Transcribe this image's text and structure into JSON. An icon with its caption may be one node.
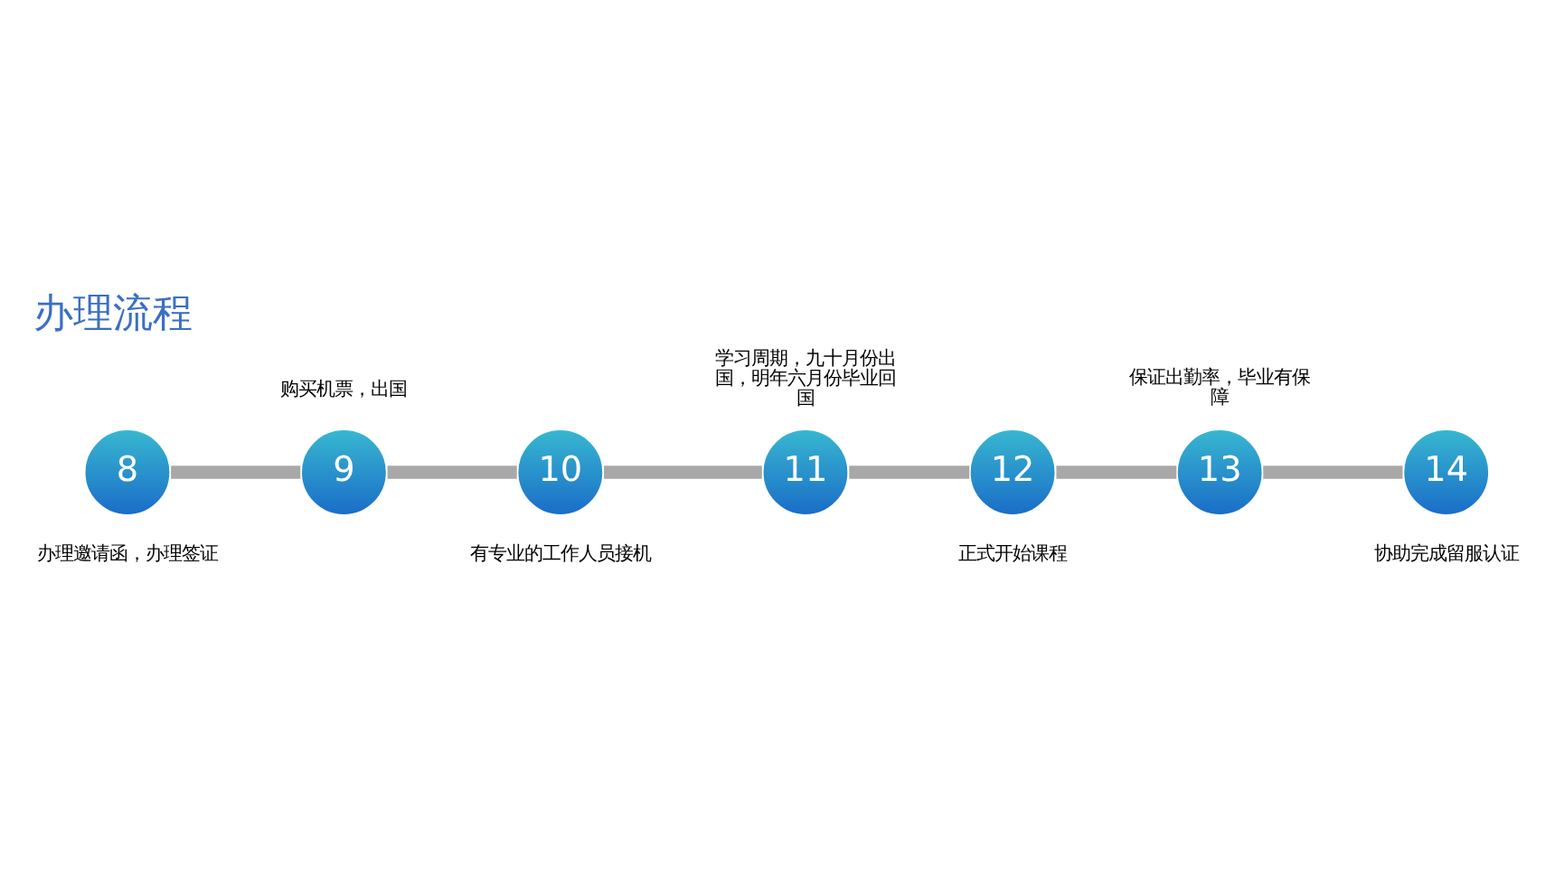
{
  "diagram": {
    "title": "办理流程",
    "nodes": [
      {
        "text": [
          "8"
        ],
        "beside": [
          "办理邀请函，办理签证"
        ]
      },
      {
        "text": [
          "9"
        ],
        "beside": [
          "购买机票，出国"
        ]
      },
      {
        "text": [
          "10"
        ],
        "beside": [
          "有专业的工作人员接机"
        ]
      },
      {
        "text": [
          "11"
        ],
        "beside": [
          "学习周期，九十月份出国，明年六月份毕业回国"
        ]
      },
      {
        "text": [
          "12"
        ],
        "beside": [
          "正式开始课程"
        ]
      },
      {
        "text": [
          "13"
        ],
        "beside": [
          "保证出勤率，毕业有保障"
        ]
      },
      {
        "text": [
          "14"
        ],
        "beside": [
          "协助完成留服认证"
        ]
      }
    ],
    "edges": [
      {
        "from": 0,
        "to": 1,
        "arrow": "none"
      },
      {
        "from": 1,
        "to": 2,
        "arrow": "none"
      },
      {
        "from": 2,
        "to": 3,
        "arrow": "none"
      },
      {
        "from": 3,
        "to": 4,
        "arrow": "none"
      },
      {
        "from": 4,
        "to": 5,
        "arrow": "none"
      },
      {
        "from": 5,
        "to": 6,
        "arrow": "none"
      }
    ]
  }
}
